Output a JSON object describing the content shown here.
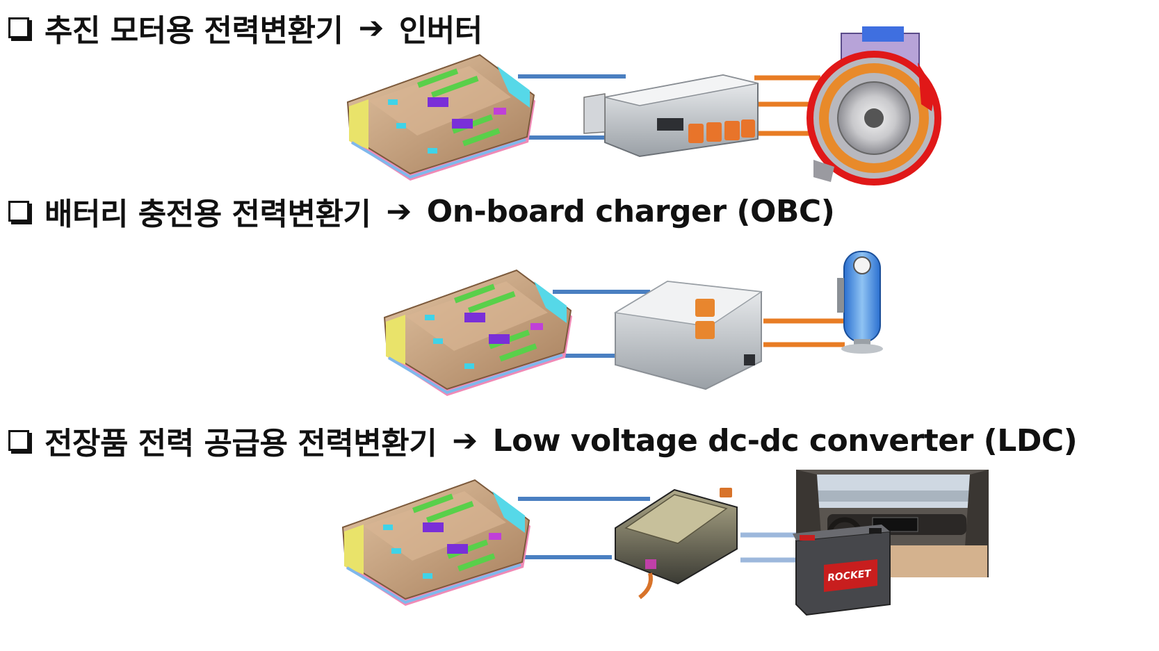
{
  "sections": [
    {
      "bullet": "❑",
      "title": "추진 모터용 전력변환기",
      "arrow": "➔",
      "target": "인버터"
    },
    {
      "bullet": "❑",
      "title": "배터리 충전용 전력변환기",
      "arrow": "➔",
      "target": "On-board charger (OBC)"
    },
    {
      "bullet": "❑",
      "title": "전장품 전력 공급용 전력변환기",
      "arrow": "➔",
      "target": "Low voltage dc-dc converter (LDC)"
    }
  ],
  "labels": {
    "battery_brand": "ROCKET"
  },
  "colors": {
    "dc_link": "#4a7fc1",
    "ac_link": "#e87c24",
    "ldc_out": "#9db8dc",
    "battery_body": "#c9a27e"
  }
}
